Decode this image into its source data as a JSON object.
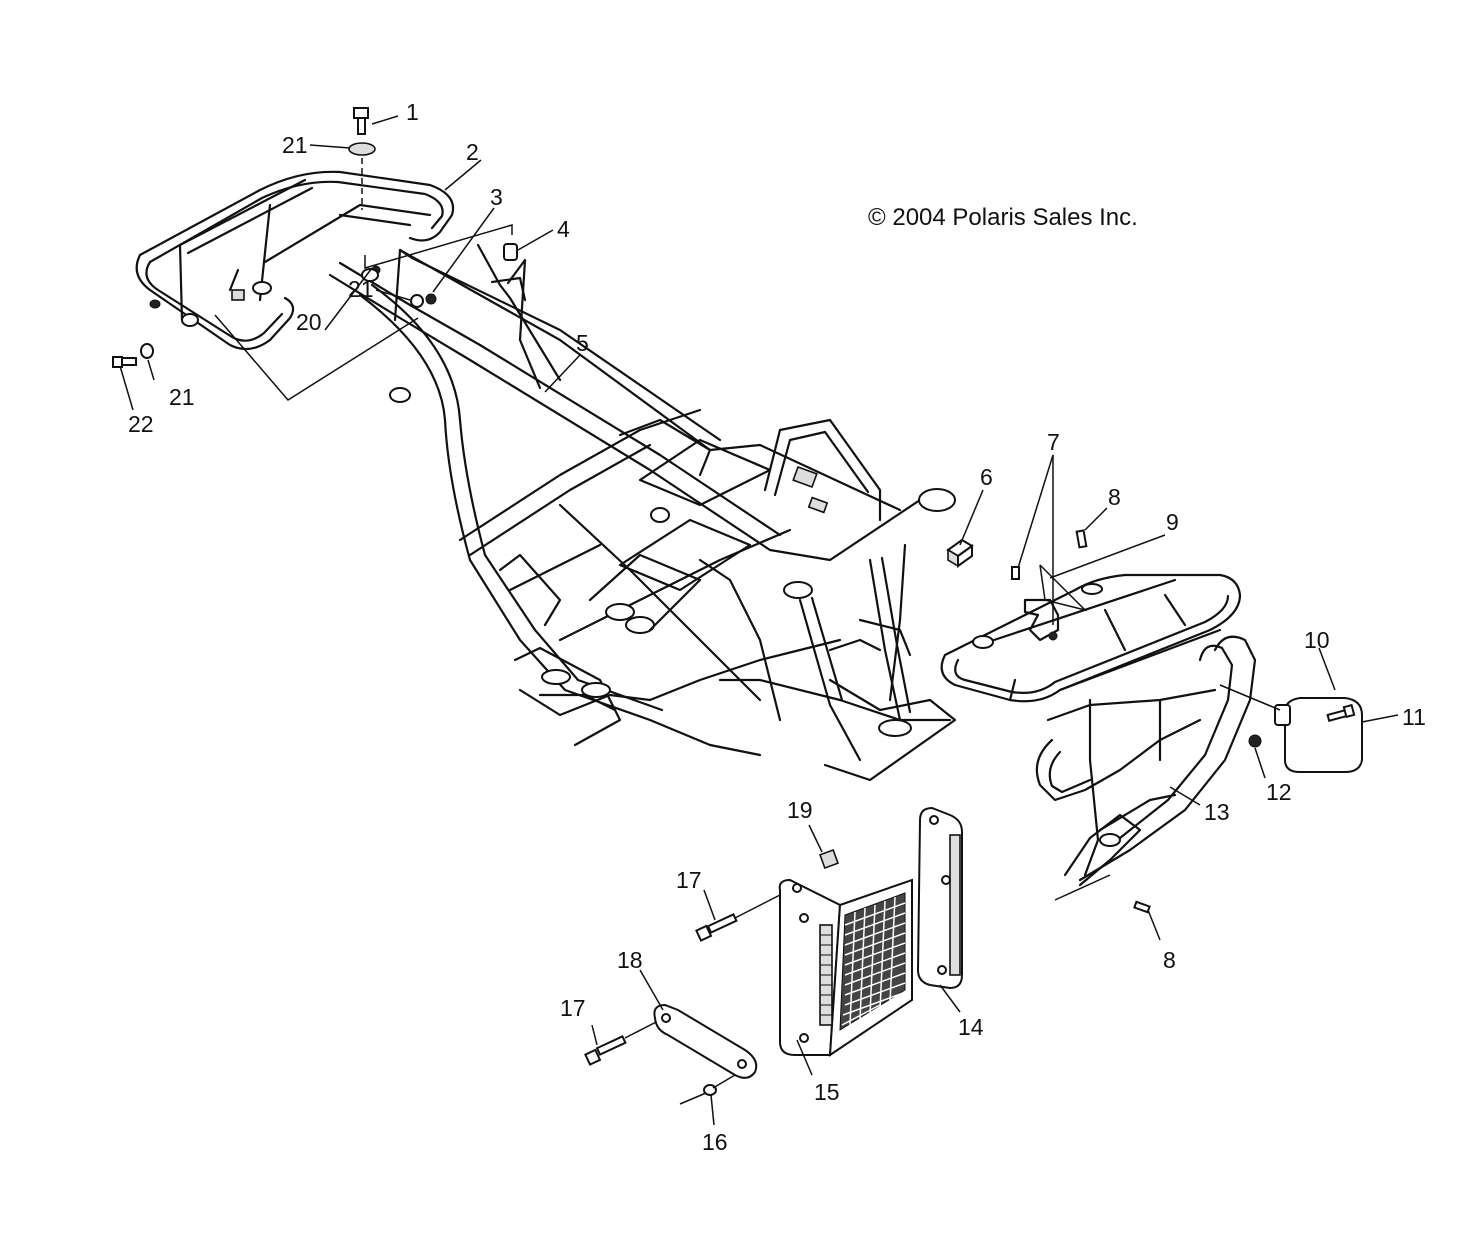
{
  "copyright": "© 2004 Polaris Sales Inc.",
  "callouts": [
    {
      "id": "c1",
      "text": "1"
    },
    {
      "id": "c2",
      "text": "2"
    },
    {
      "id": "c3",
      "text": "3"
    },
    {
      "id": "c4",
      "text": "4"
    },
    {
      "id": "c5",
      "text": "5"
    },
    {
      "id": "c6",
      "text": "6"
    },
    {
      "id": "c7",
      "text": "7"
    },
    {
      "id": "c8a",
      "text": "8"
    },
    {
      "id": "c8b",
      "text": "8"
    },
    {
      "id": "c9",
      "text": "9"
    },
    {
      "id": "c10",
      "text": "10"
    },
    {
      "id": "c11",
      "text": "11"
    },
    {
      "id": "c12",
      "text": "12"
    },
    {
      "id": "c13",
      "text": "13"
    },
    {
      "id": "c14",
      "text": "14"
    },
    {
      "id": "c15",
      "text": "15"
    },
    {
      "id": "c16",
      "text": "16"
    },
    {
      "id": "c17a",
      "text": "17"
    },
    {
      "id": "c17b",
      "text": "17"
    },
    {
      "id": "c18",
      "text": "18"
    },
    {
      "id": "c19",
      "text": "19"
    },
    {
      "id": "c20",
      "text": "20"
    },
    {
      "id": "c21a",
      "text": "21"
    },
    {
      "id": "c21b",
      "text": "21"
    },
    {
      "id": "c21c",
      "text": "21"
    },
    {
      "id": "c22",
      "text": "22"
    }
  ]
}
